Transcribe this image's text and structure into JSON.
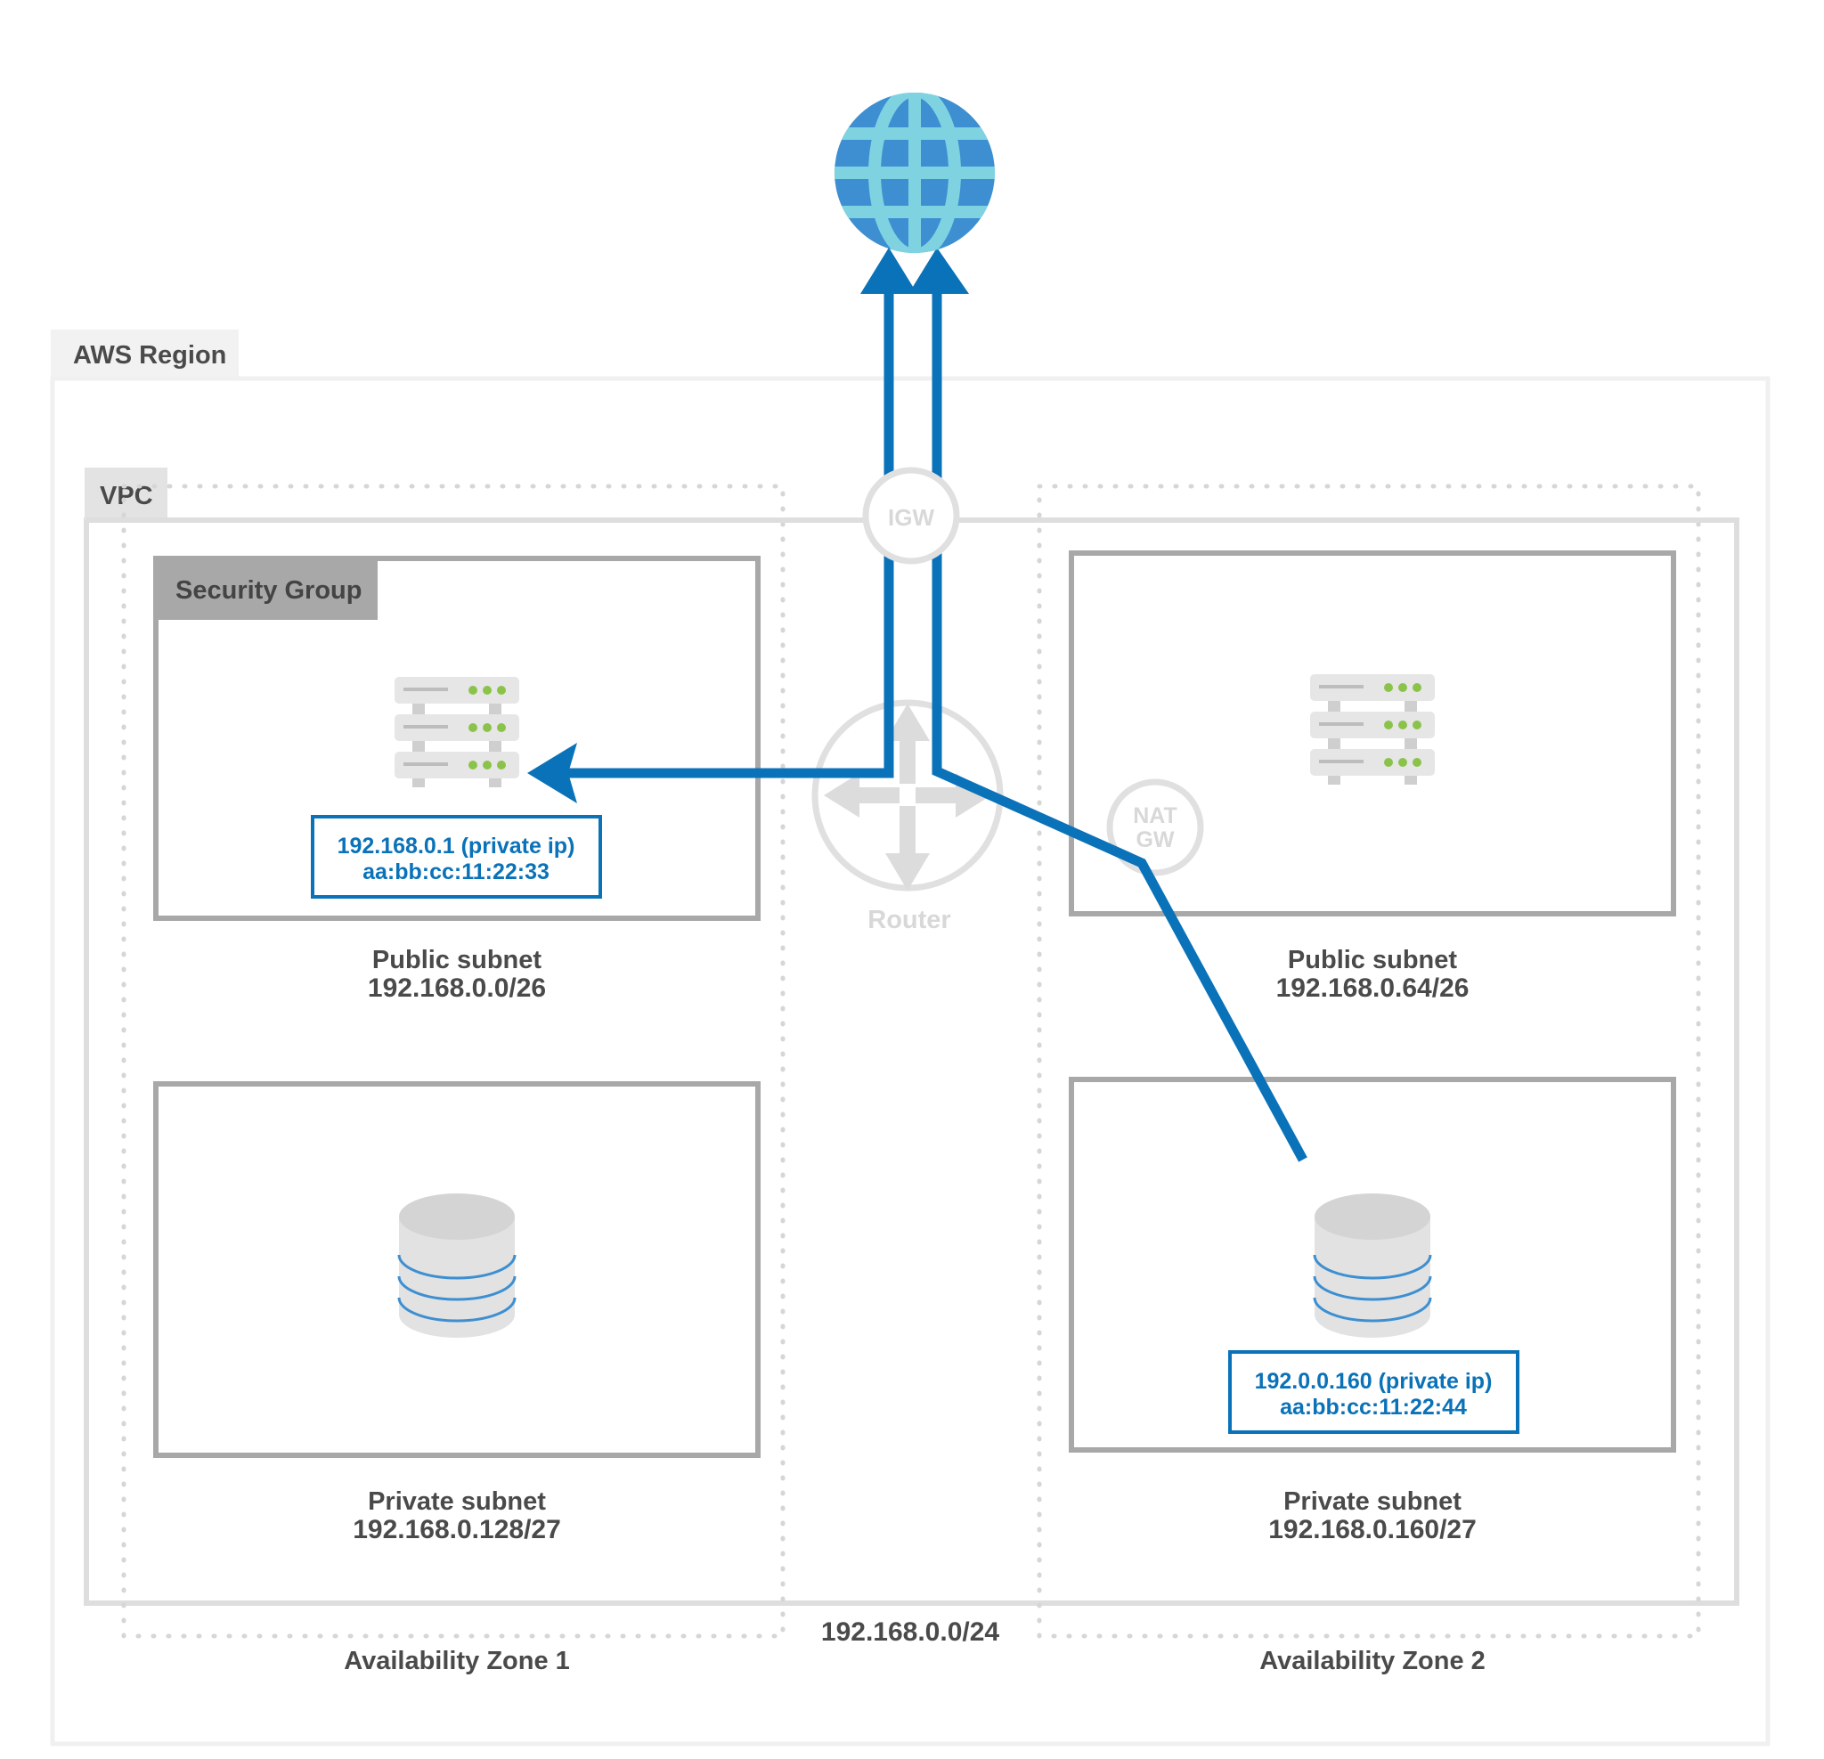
{
  "region": {
    "label": "AWS Region"
  },
  "vpc": {
    "label": "VPC",
    "cidr": "192.168.0.0/24"
  },
  "security_group": {
    "label": "Security Group"
  },
  "zones": [
    {
      "label": "Availability Zone 1",
      "public_subnet": {
        "title": "Public subnet",
        "cidr": "192.168.0.0/26"
      },
      "private_subnet": {
        "title": "Private subnet",
        "cidr": "192.168.0.128/27"
      }
    },
    {
      "label": "Availability Zone 2",
      "public_subnet": {
        "title": "Public subnet",
        "cidr": "192.168.0.64/26"
      },
      "private_subnet": {
        "title": "Private subnet",
        "cidr": "192.168.0.160/27"
      }
    }
  ],
  "gateways": {
    "igw": "IGW",
    "router": "Router",
    "nat_line1": "NAT",
    "nat_line2": "GW"
  },
  "instances": [
    {
      "ip": "192.168.0.1 (private ip)",
      "mac": "aa:bb:cc:11:22:33"
    },
    {
      "ip": "192.0.0.160 (private ip)",
      "mac": "aa:bb:cc:11:22:44"
    }
  ],
  "icons": [
    "globe-icon",
    "server-icon",
    "database-icon",
    "router-icon"
  ],
  "colors": {
    "flow": "#0a72b8",
    "globe": "#3d8fd1",
    "globe_grid": "#7fd3e0",
    "box": "#a8a8a8",
    "faint": "#dcdcdc",
    "led": "#8bc34a"
  }
}
